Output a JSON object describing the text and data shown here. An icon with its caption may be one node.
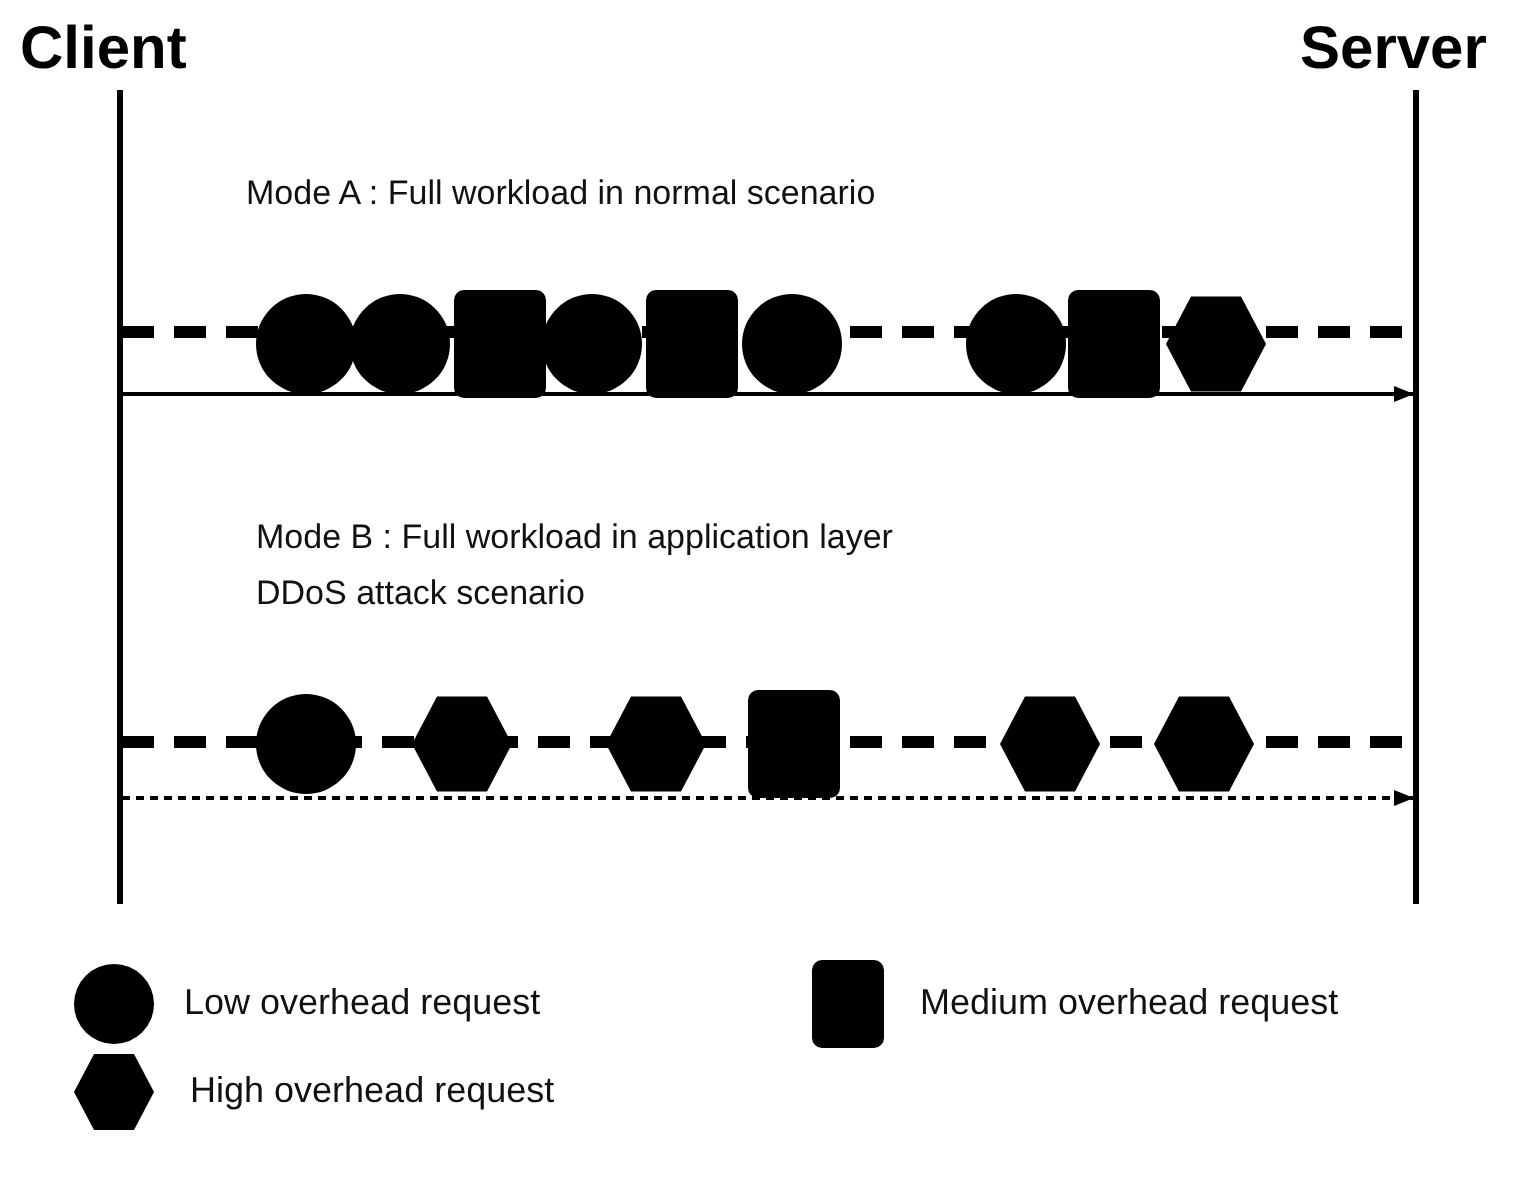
{
  "diagram": {
    "nodes": [
      {
        "text": [
          "Client"
        ]
      },
      {
        "text": [
          "Server"
        ]
      }
    ],
    "edges": [
      {
        "from": 0,
        "to": 1,
        "arrow": "to"
      },
      {
        "from": 0,
        "to": 1,
        "arrow": "to",
        "style": "dashed"
      },
      {
        "from": 0,
        "to": 1,
        "arrow": "none",
        "style": "dashed"
      },
      {
        "from": 0,
        "to": 1,
        "arrow": "none",
        "style": "dashed"
      }
    ],
    "labels": [
      "Mode A : Full workload in normal scenario",
      "Mode B : Full workload in application layer DDoS attack scenario"
    ],
    "legend": [
      {
        "text": "Low overhead request"
      },
      {
        "text": "Medium overhead request"
      },
      {
        "text": "High overhead request"
      }
    ]
  }
}
